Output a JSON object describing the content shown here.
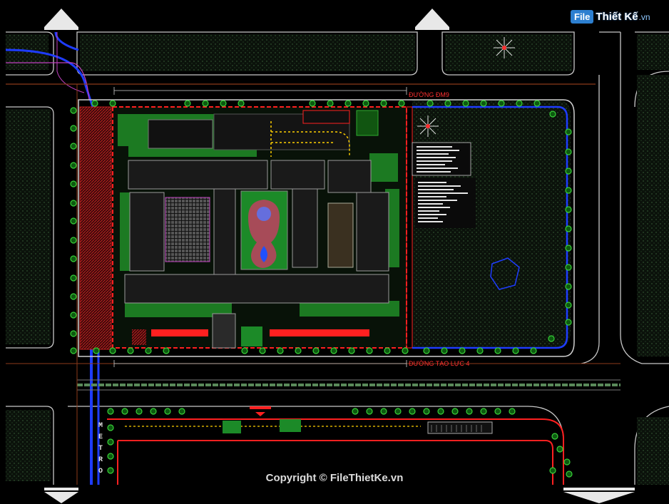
{
  "logo": {
    "badge": "File",
    "name": "Thiết Kế",
    "suffix": ".vn"
  },
  "labels": {
    "road_top": "ĐƯỜNG ĐM9",
    "road_bottom": "ĐƯỜNG TẠO LỰC 4",
    "metro": "METRO"
  },
  "footer": {
    "copyright": "Copyright © FileThietKe.vn"
  },
  "colors": {
    "background": "#000000",
    "site_boundary": "#ff2020",
    "road_blue": "#1e3cff",
    "green": "#1f8f2f"
  }
}
